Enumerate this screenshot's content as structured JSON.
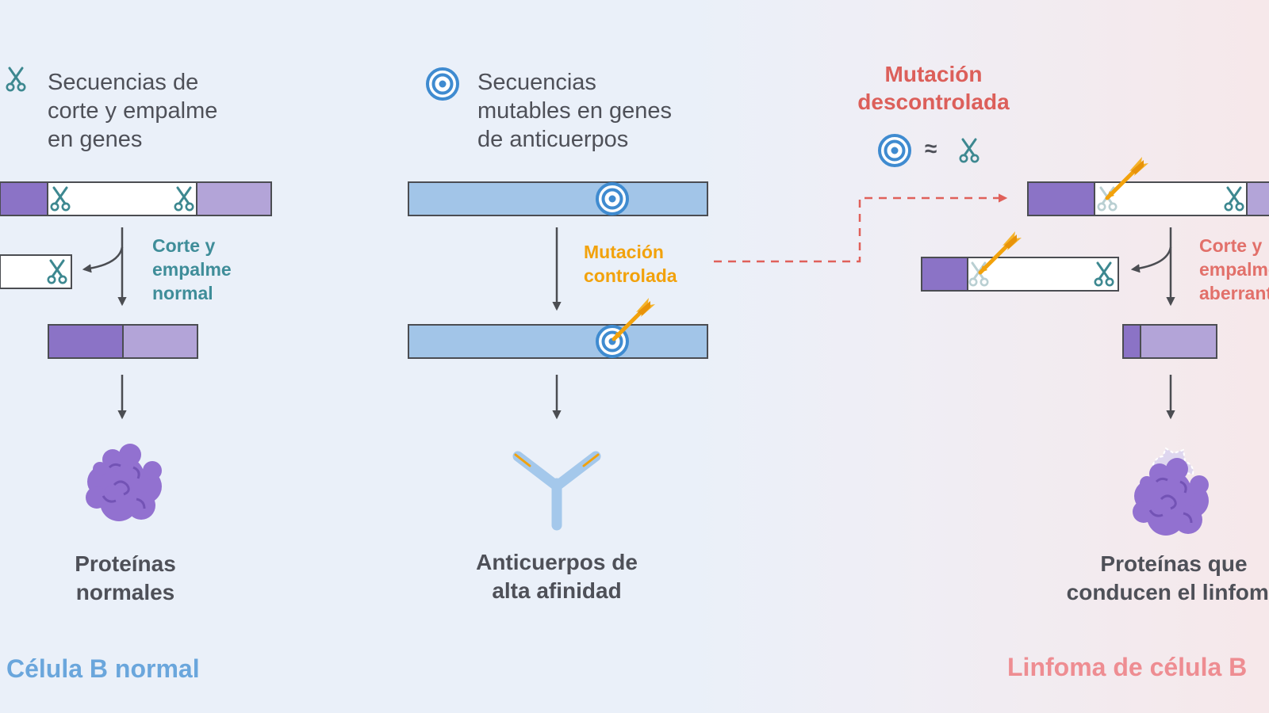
{
  "left_panel": {
    "intro_lines": [
      "Secuencias de",
      "corte y empalme",
      "en genes"
    ],
    "step_lines": [
      "Corte y",
      "empalme",
      "normal"
    ],
    "result_lines": [
      "Proteínas",
      "normales"
    ],
    "footer": "Célula B normal"
  },
  "middle_panel": {
    "intro_lines": [
      "Secuencias",
      "mutables en genes",
      "de anticuerpos"
    ],
    "step_lines": [
      "Mutación",
      "controlada"
    ],
    "result_lines": [
      "Anticuerpos de",
      "alta afinidad"
    ]
  },
  "right_panel": {
    "heading_lines": [
      "Mutación",
      "descontrolada"
    ],
    "equation_symbol": "≈",
    "step_lines": [
      "Corte y",
      "empalme",
      "aberrante"
    ],
    "result_lines": [
      "Proteínas que",
      "conducen el linfoma"
    ],
    "footer": "Linfoma de célula B"
  },
  "colors": {
    "background_left": "#eaf0f9",
    "background_right": "#f6e8ea",
    "purple_dark": "#8b73c6",
    "purple_light": "#b3a4d8",
    "blue_bar": "#a2c5e8",
    "teal_scissors": "#3d8890",
    "target_blue": "#3f8bd0",
    "dart_orange": "#f2a20c",
    "arrow_gray": "#4b4d52",
    "dashed_red": "#e0605a",
    "antibody_blue": "#a4c8eb"
  },
  "icons": [
    "scissors-icon",
    "target-icon",
    "dart-icon",
    "protein-blob-icon",
    "antibody-icon"
  ]
}
